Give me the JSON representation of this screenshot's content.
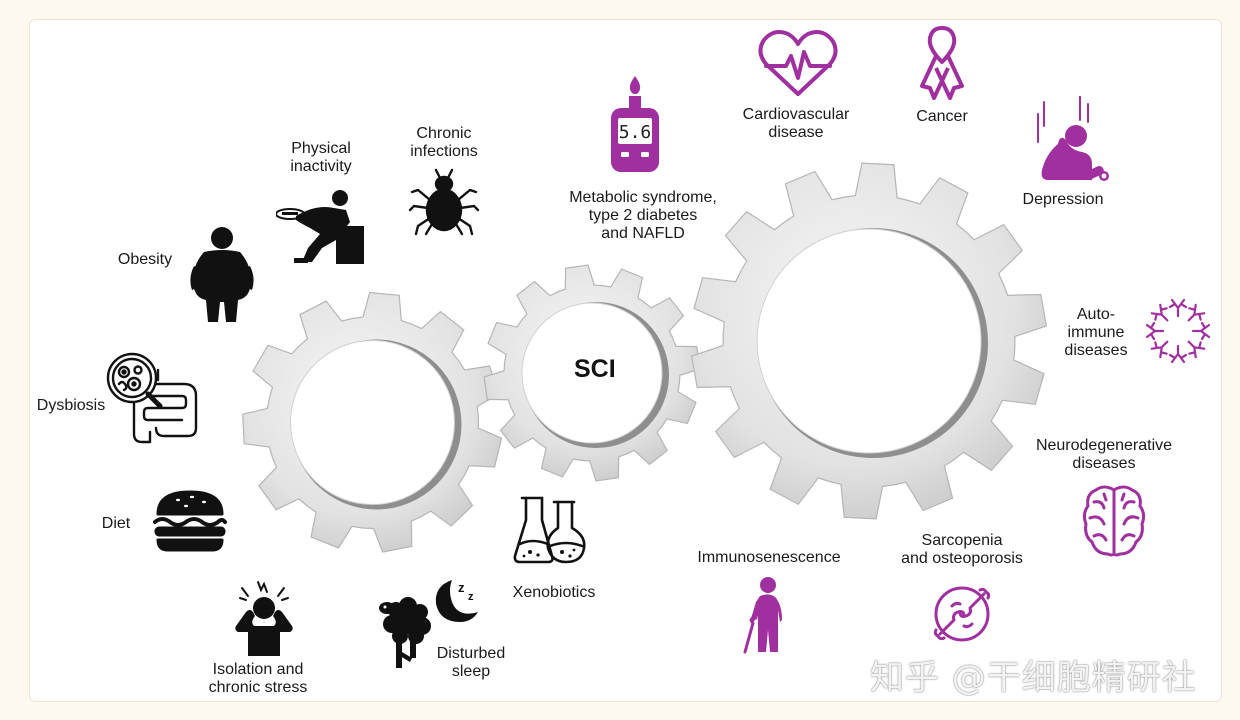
{
  "center_label": "SCI",
  "colors": {
    "black_icons": "#111111",
    "purple_icons": "#a0309f",
    "gear_fill": "#dedede",
    "gear_stroke": "#b5b5b5"
  },
  "factors": {
    "obesity": "Obesity",
    "physical_inactivity": "Physical\ninactivity",
    "chronic_infections": "Chronic\ninfections",
    "dysbiosis": "Dysbiosis",
    "diet": "Diet",
    "isolation": "Isolation and\nchronic stress",
    "disturbed_sleep": "Disturbed\nsleep",
    "xenobiotics": "Xenobiotics"
  },
  "diseases": {
    "metabolic": "Metabolic syndrome,\ntype 2 diabetes\nand NAFLD",
    "cardiovascular": "Cardiovascular\ndisease",
    "cancer": "Cancer",
    "depression": "Depression",
    "autoimmune": "Auto-\nimmune\ndiseases",
    "neurodegenerative": "Neurodegenerative\ndiseases",
    "sarcopenia": "Sarcopenia\nand osteoporosis",
    "immunosenescence": "Immunosenescence"
  },
  "glucometer_reading": "5.6",
  "watermark": "知乎 @干细胞精研社"
}
